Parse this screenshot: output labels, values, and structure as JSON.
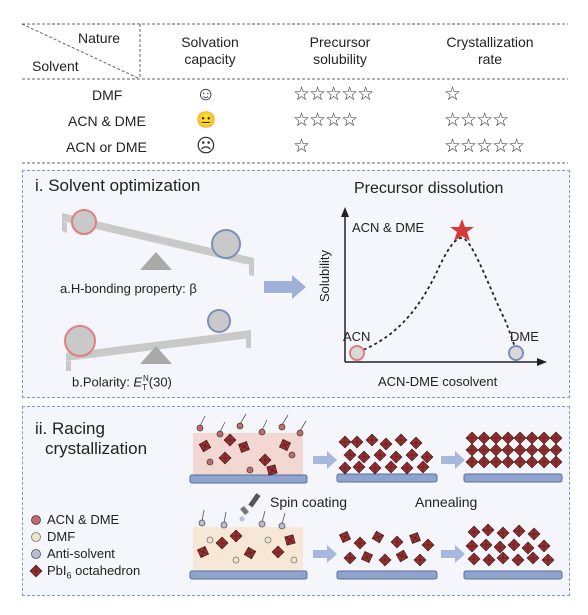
{
  "table": {
    "corner_top": "Nature",
    "corner_bottom": "Solvent",
    "col1": [
      "Solvation",
      "capacity"
    ],
    "col2": [
      "Precursor",
      "solubility"
    ],
    "col3": [
      "Crystallization",
      "rate"
    ],
    "rows": [
      {
        "solvent": "DMF",
        "face": "☺",
        "solubility": "☆☆☆☆☆",
        "rate": "☆"
      },
      {
        "solvent": "ACN & DME",
        "face": "😐",
        "solubility": "☆☆☆☆",
        "rate": "☆☆☆☆"
      },
      {
        "solvent": "ACN or DME",
        "face": "☹",
        "solubility": "☆",
        "rate": "☆☆☆☆☆"
      }
    ]
  },
  "panel1": {
    "title": "i.  Solvent optimization",
    "subtitle": "Precursor dissolution",
    "label_a": "a.H-bonding property: β",
    "label_b_prefix": "b.Polarity: ",
    "label_b_var": "E",
    "label_b_sub": "T",
    "label_b_sup": "N",
    "label_b_suffix": "(30)",
    "graph_ylabel": "Solubility",
    "graph_xlabel": "ACN-DME cosolvent",
    "peak_label": "ACN & DME",
    "left_label": "ACN",
    "right_label": "DME"
  },
  "panel2": {
    "title_line1": "ii.  Racing",
    "title_line2": "crystallization",
    "spin_label": "Spin coating",
    "anneal_label": "Annealing",
    "legend": [
      {
        "label": "ACN & DME",
        "color": "#c06a6a"
      },
      {
        "label": "DMF",
        "color": "#efe3c8"
      },
      {
        "label": "Anti-solvent",
        "color": "#b7bfd6"
      }
    ],
    "legend_pbi_prefix": "PbI",
    "legend_pbi_sub": "6",
    "legend_pbi_suffix": " octahedron"
  },
  "colors": {
    "panel_border": "#7f9ac6",
    "red_circle": "#e07f80",
    "blue_circle": "#7b8fb8",
    "octahedron": "#9b2f2f",
    "star": "#d43a3a",
    "substrate": "#8fa3cf"
  }
}
